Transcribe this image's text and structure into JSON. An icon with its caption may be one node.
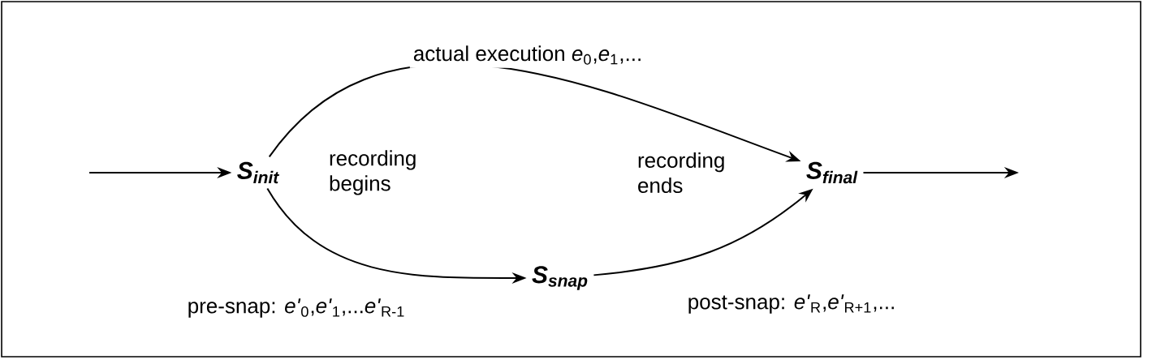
{
  "diagram": {
    "nodes": [
      {
        "text": [
          "S$_{init}$"
        ]
      },
      {
        "text": [
          "S$_{final}$"
        ]
      },
      {
        "text": [
          "S$_{snap}$"
        ]
      }
    ],
    "edges": [
      {
        "from": null,
        "to": 0,
        "arrow": "to"
      },
      {
        "from": 0,
        "to": 1,
        "arrow": "to",
        "label": "actual execution *e*$_{0}$,*e*$_{1}$,..."
      },
      {
        "from": 0,
        "to": 2,
        "arrow": "to",
        "label": "pre-snap: *e'*$_{0}$,*e'*$_{1}$,...*e'*$_{R-1}$"
      },
      {
        "from": 2,
        "to": 1,
        "arrow": "to",
        "label": "post-snap: *e'*$_{R}$,*e'*$_{R+1}$,..."
      },
      {
        "from": 1,
        "to": null,
        "arrow": "to"
      }
    ],
    "labels": [
      "recording begins",
      "recording ends"
    ]
  }
}
